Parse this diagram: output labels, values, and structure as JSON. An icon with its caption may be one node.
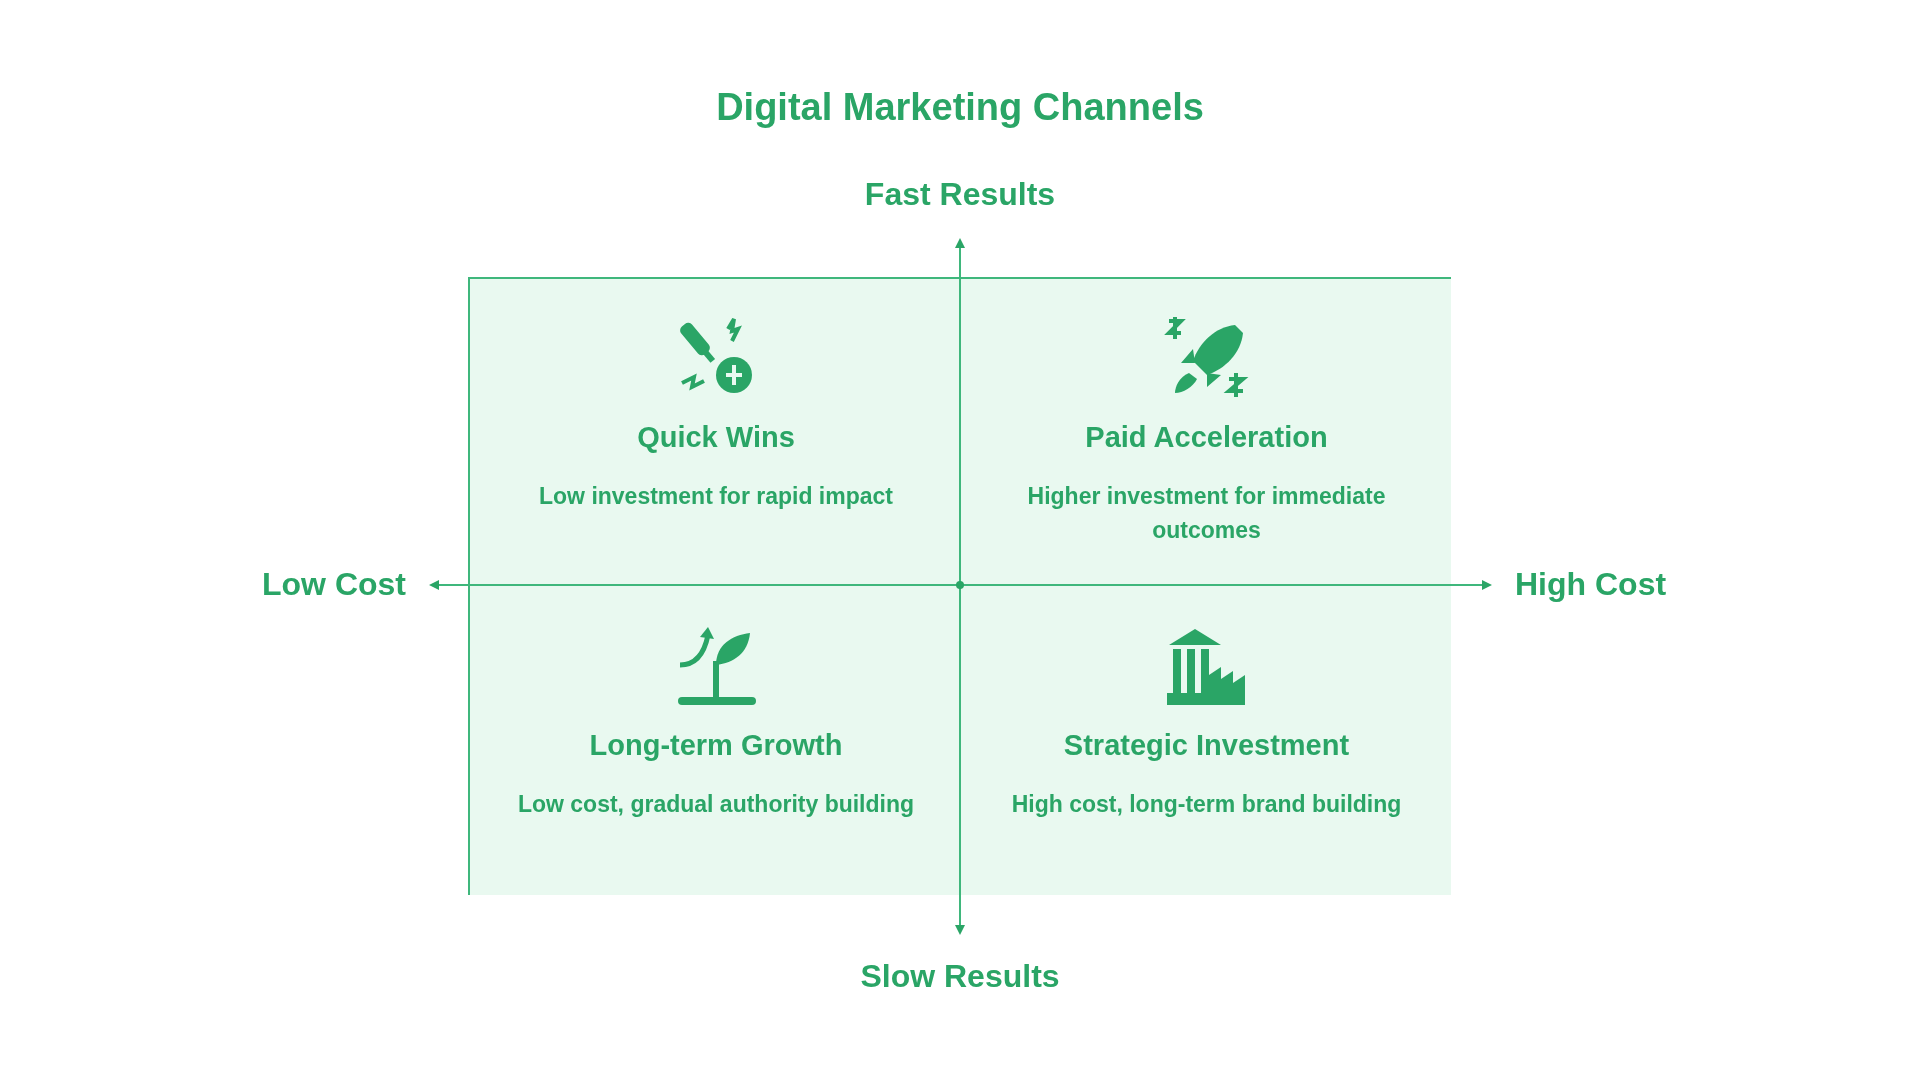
{
  "diagram": {
    "title": "Digital Marketing Channels",
    "nodes": [
      {
        "text": [
          "Quick Wins",
          "Low investment for rapid impact"
        ]
      },
      {
        "text": [
          "Paid Acceleration",
          "Higher investment for immediate outcomes"
        ]
      },
      {
        "text": [
          "Long-term Growth",
          "Low cost, gradual authority building"
        ]
      },
      {
        "text": [
          "Strategic Investment",
          "High cost, long-term brand building"
        ]
      }
    ],
    "labels": [
      "Fast Results",
      "Low Cost",
      "High Cost",
      "Slow Results"
    ]
  }
}
